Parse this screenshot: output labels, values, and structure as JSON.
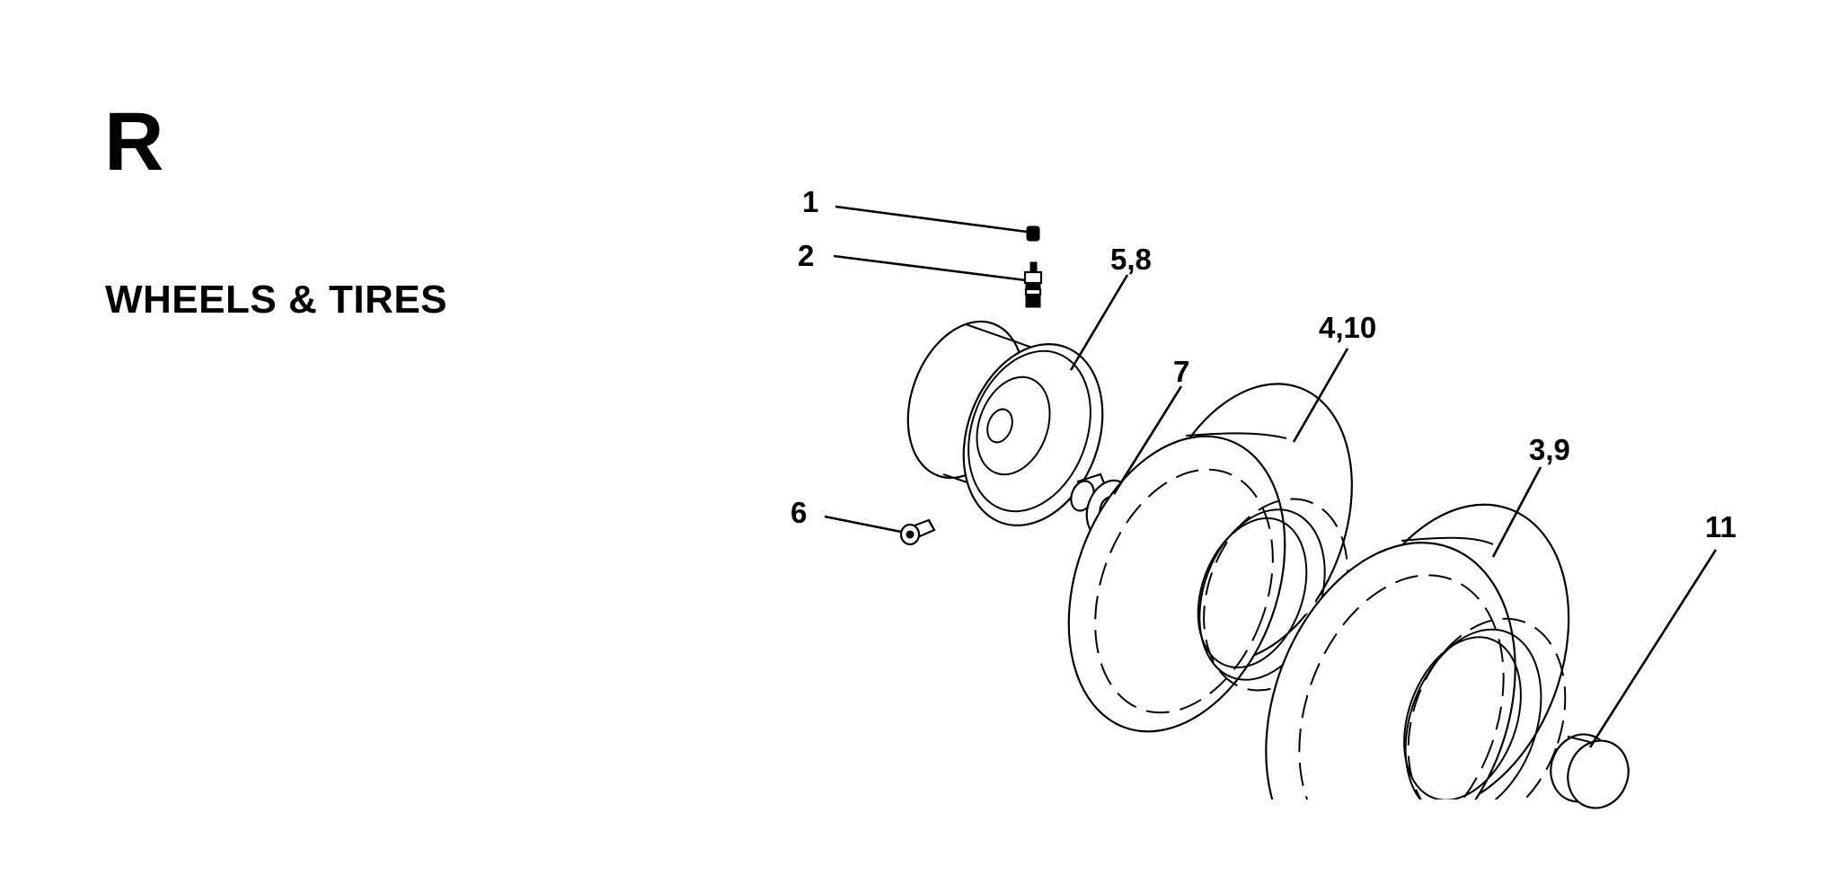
{
  "section": {
    "letter": "R",
    "title": "WHEELS & TIRES"
  },
  "callouts": [
    {
      "id": "valve-cap",
      "label": "1"
    },
    {
      "id": "valve-stem",
      "label": "2"
    },
    {
      "id": "rear-tire",
      "label": "3,9"
    },
    {
      "id": "front-tire",
      "label": "4,10"
    },
    {
      "id": "rim",
      "label": "5,8"
    },
    {
      "id": "screw",
      "label": "6"
    },
    {
      "id": "bushing",
      "label": "7"
    },
    {
      "id": "hub-cap",
      "label": "11"
    }
  ]
}
